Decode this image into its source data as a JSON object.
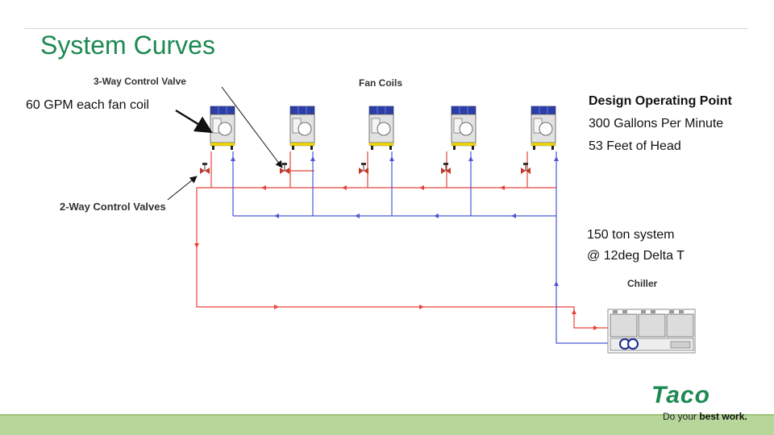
{
  "slide": {
    "title": "System Curves"
  },
  "diagram": {
    "labels": {
      "three_way_valve": "3-Way Control Valve",
      "fan_coils": "Fan Coils",
      "gpm_each": "60 GPM each fan coil",
      "two_way_valves": "2-Way Control Valves",
      "chiller": "Chiller"
    },
    "design_point": {
      "heading": "Design Operating Point",
      "line1": "300 Gallons Per Minute",
      "line2": "53 Feet of Head"
    },
    "system": {
      "line1": "150 ton system",
      "line2": "@ 12deg Delta T"
    },
    "fan_coil_count": 5,
    "colors": {
      "supply": "#e8443a",
      "return": "#4a57d6",
      "coil_top": "#2c3fa8",
      "coil_base": "#f0d800",
      "title_green": "#1d8a52"
    }
  },
  "footer": {
    "brand": "Taco",
    "tagline_prefix": "Do your ",
    "tagline_bold": "best work."
  }
}
